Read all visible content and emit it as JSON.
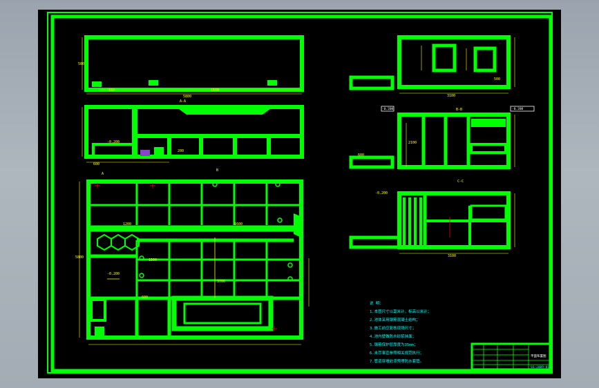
{
  "colors": {
    "background": "#000000",
    "frame": "#00ff00",
    "dimensions": "#ffff00",
    "notes": "#00ffff",
    "hatch": "#8844cc",
    "marks": "#ff0000"
  },
  "sections": {
    "aa": "A-A",
    "bb": "B-B",
    "cc": "C-C",
    "cut_left": "A",
    "cut_b": "B"
  },
  "labels": {
    "callout_1": "-0.200",
    "callout_2": "-0.200",
    "elev_1": "-0.200",
    "elev_2": "-0.200",
    "elev_3": "-0.200"
  },
  "notes": {
    "heading": "说 明：",
    "lines": [
      "1.本图尺寸以毫米计，标高以米计；",
      "2.池体采用钢筋混凝土结构；",
      "3.施工前应复核现场尺寸；",
      "4.池内壁做防水砂浆抹面；",
      "5.钢筋保护层厚度为35mm；",
      "6.未尽事宜参照相关规范执行；",
      "7.管道穿墙处须预埋防水套管。"
    ]
  },
  "title_block": {
    "title": "平面布置图",
    "drawing_no": "SS-2009-01"
  }
}
